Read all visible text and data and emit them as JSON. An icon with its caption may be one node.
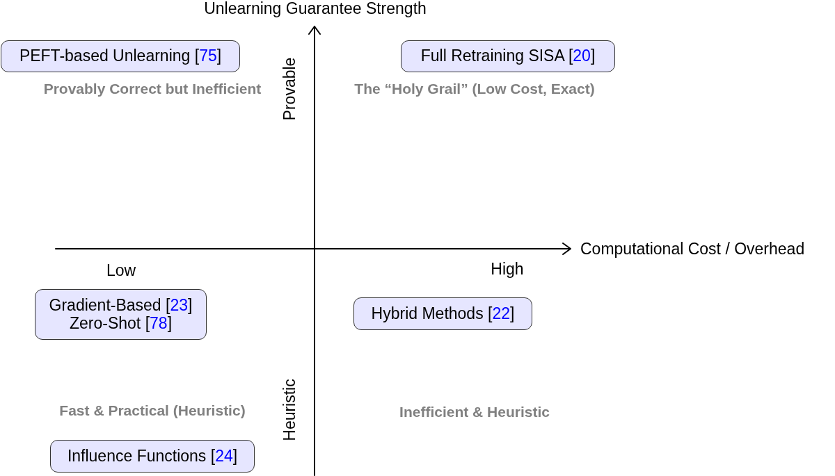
{
  "diagram": {
    "nodes": [
      {
        "text": [
          "PEFT-based Unlearning [75]"
        ]
      },
      {
        "text": [
          "Full Retraining SISA [20]"
        ]
      },
      {
        "text": [
          "Gradient-Based [23]",
          "Zero-Shot [78]"
        ]
      },
      {
        "text": [
          "Hybrid Methods [22]"
        ]
      },
      {
        "text": [
          "Influence Functions [24]"
        ]
      }
    ],
    "labels": [
      "Unlearning Guarantee Strength",
      "Provably Correct but Inefficient",
      "Provable",
      "The “Holy Grail” (Low Cost, Exact)",
      "Computational Cost / Overhead",
      "Low",
      "High",
      "Fast & Practical (Heuristic)",
      "Heuristic",
      "Inefficient & Heuristic"
    ]
  }
}
